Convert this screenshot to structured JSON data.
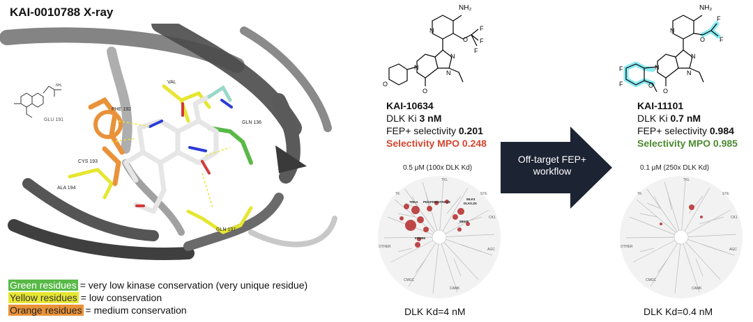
{
  "xray": {
    "title": "KAI-0010788 X-ray",
    "residues": {
      "phe": "PHE 192",
      "val": "VAL",
      "glu": "GLU 191",
      "gln136": "GLN 136",
      "cys": "CYS 193",
      "ala": "ALA 194",
      "gln197": "GLN 197"
    }
  },
  "legend": [
    {
      "swatch": "Green residues",
      "text": "= very low kinase conservation (very unique residue)",
      "color": "#58b947"
    },
    {
      "swatch": "Yellow residues",
      "text": "= low conservation",
      "color": "#e6e632"
    },
    {
      "swatch": "Orange residues",
      "text": "= medium conservation",
      "color": "#e9923a"
    }
  ],
  "compound1": {
    "id": "KAI-10634",
    "ki_label": "DLK Ki ",
    "ki_value": "3 nM",
    "fep_label": "FEP+ selectivity ",
    "fep_value": "0.201",
    "mpo": "Selectivity MPO 0.248",
    "conc": "0.5 μM (100x DLK Kd)",
    "kd": "DLK Kd=4 nM"
  },
  "compound2": {
    "id": "KAI-11101",
    "ki_label": "DLK Ki ",
    "ki_value": "0.7 nM",
    "fep_label": "FEP+ selectivity ",
    "fep_value": "0.984",
    "mpo": "Selectivity MPO 0.985",
    "conc": "0.1 μM (250x DLK Kd)",
    "kd": "DLK Kd=0.4 nM"
  },
  "chem": {
    "nh2": "NH₂",
    "n": "N",
    "o": "O",
    "f": "F"
  },
  "tree_labels": {
    "tk": "TK",
    "tkl": "TKL",
    "ste": "STE",
    "ck1": "CK1",
    "agc": "AGC",
    "camk": "CAMK",
    "cmgc": "CMGC",
    "other": "OTHER",
    "trka": "TRKA",
    "pdgfr": "PDGFRB/NTRK1/2",
    "mlk": "MLK3",
    "dlk": "DLK/LZK",
    "ephb": "EPHB6",
    "mkk": "MKK5"
  },
  "arrow": {
    "label": "Off-target FEP+ workflow",
    "color": "#1c2333"
  }
}
